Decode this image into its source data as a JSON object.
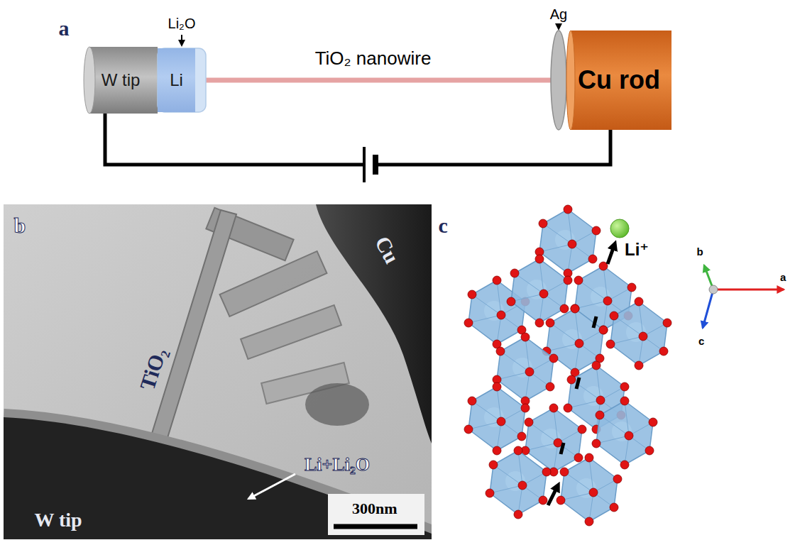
{
  "diagram": {
    "nodes": [
      {
        "text": [
          "W tip"
        ]
      },
      {
        "text": [
          "Li₂O"
        ]
      },
      {
        "text": [
          "Li"
        ],
        "in": 1
      },
      {
        "text": [
          "Ag"
        ]
      },
      {
        "text": [
          "Cu rod"
        ]
      }
    ],
    "edges": [
      {
        "from": 2,
        "to": 3,
        "label": "TiO₂ nanowire",
        "arrow": "none"
      },
      {
        "from": 0,
        "to": 4,
        "arrow": "none"
      }
    ],
    "labels": [
      "a",
      "b",
      "c",
      "Cu",
      "TiO₂",
      "Li+Li₂O",
      "W tip",
      "300nm",
      "Li⁺",
      "b",
      "a",
      "c"
    ]
  }
}
